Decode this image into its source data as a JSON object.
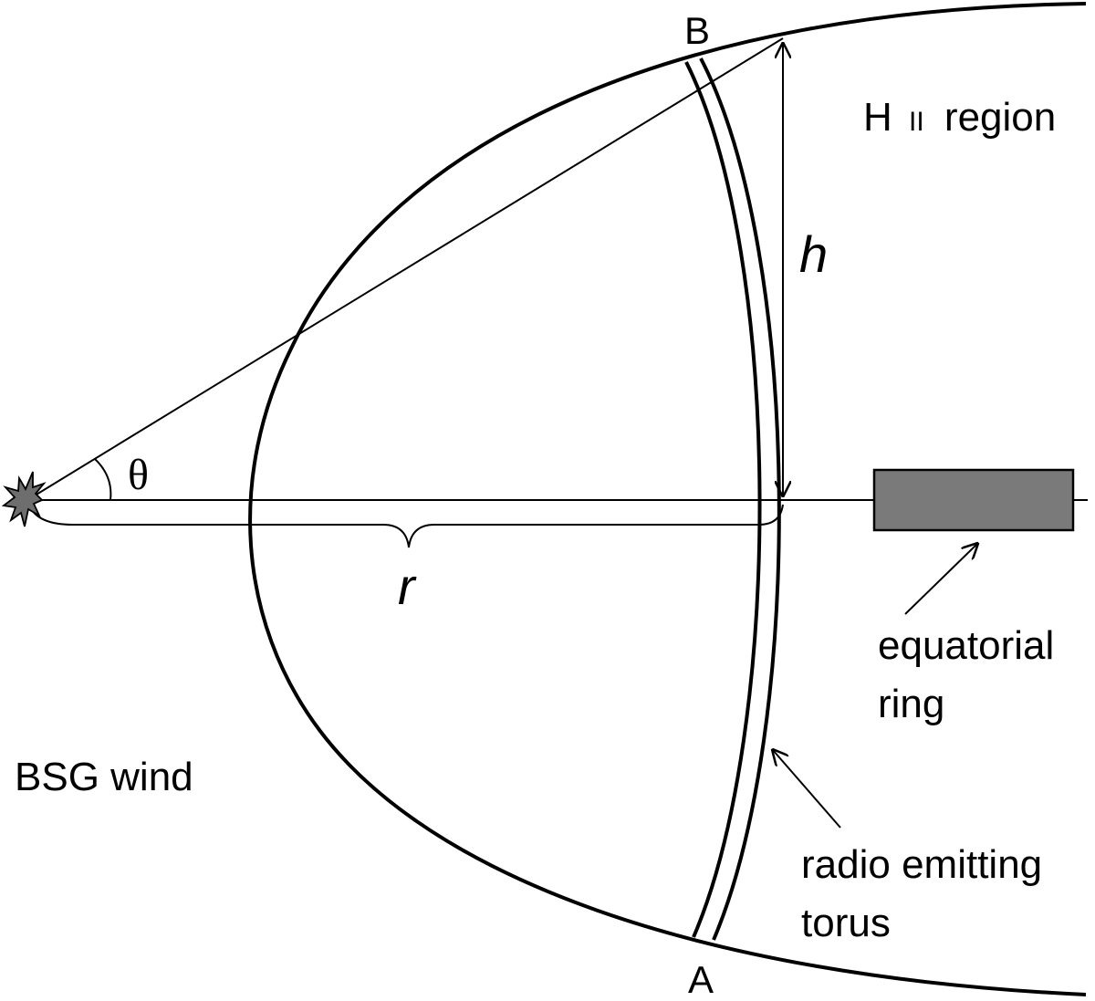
{
  "labels": {
    "point_b": "B",
    "point_a": "A",
    "hii_h": "H",
    "hii_roman": "II",
    "hii_rest": "region",
    "height_symbol": "h",
    "angle_symbol": "θ",
    "radius_symbol": "r",
    "bsg_wind": "BSG wind",
    "equatorial_line1": "equatorial",
    "equatorial_line2": "ring",
    "torus_line1": "radio emitting",
    "torus_line2": "torus"
  },
  "icons": {
    "star": "star-burst-icon"
  },
  "colors": {
    "stroke": "#000000",
    "star_fill": "#6e6e6e",
    "ring_fill": "#7a7a7a",
    "background": "#ffffff"
  }
}
